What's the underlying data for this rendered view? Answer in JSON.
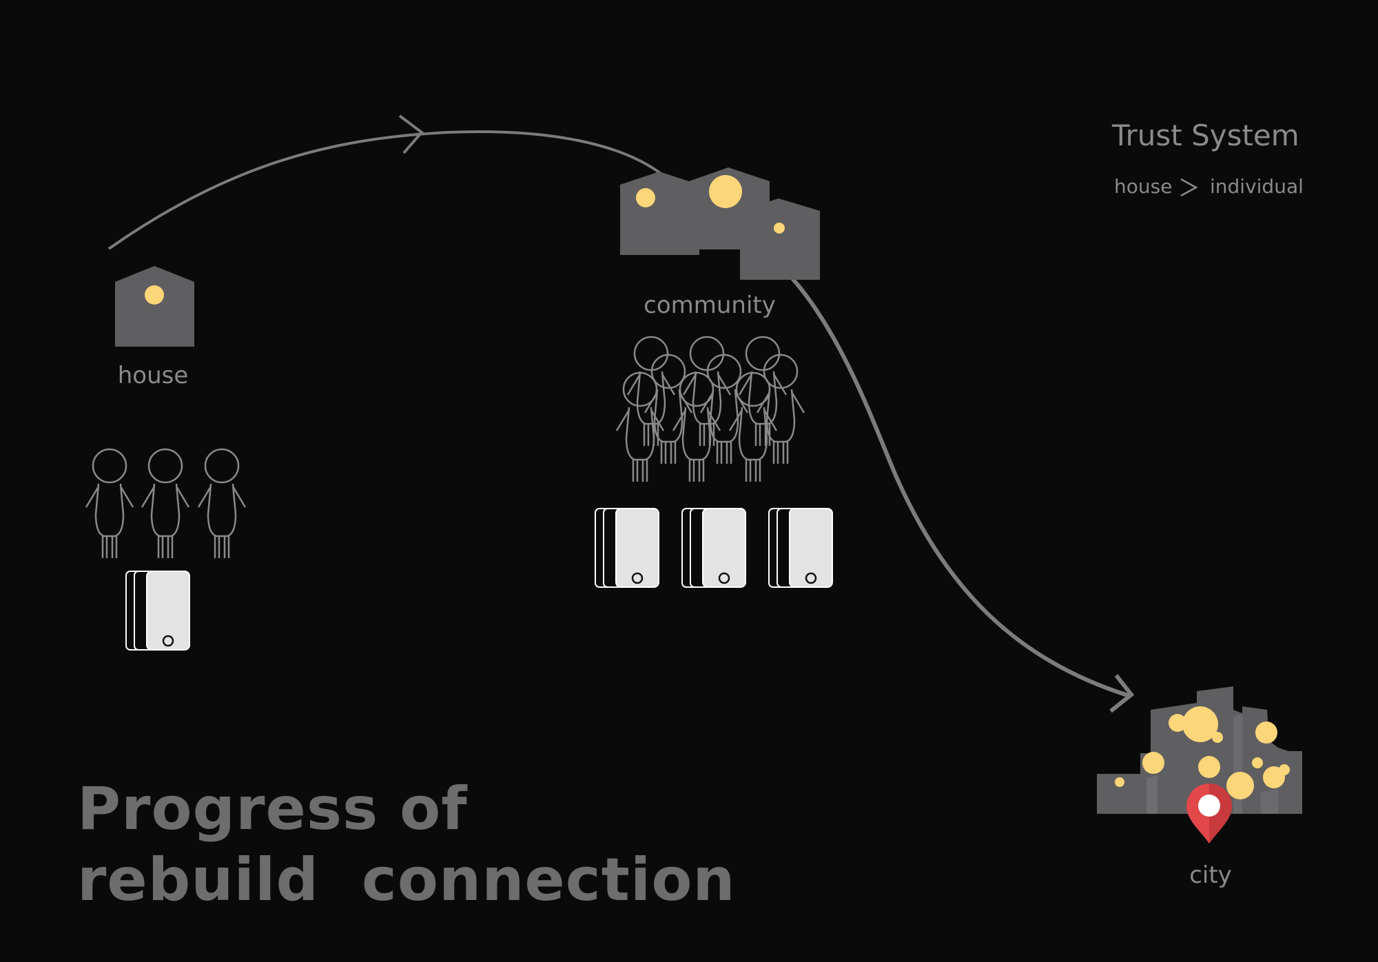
{
  "legend": {
    "title": "Trust System",
    "from": "house",
    "to": "individual"
  },
  "nodes": {
    "house": {
      "label": "house",
      "people": 3,
      "phone_groups": 1
    },
    "community": {
      "label": "community",
      "people": 9,
      "phone_groups": 3
    },
    "city": {
      "label": "city"
    }
  },
  "title": {
    "line1": "Progress of",
    "line2": "rebuild  connection"
  },
  "colors": {
    "background": "#0a0a0a",
    "building": "#5f5e60",
    "light": "#fdd67a",
    "arrow": "#7c7c7c",
    "figure_stroke": "#8a8a8a",
    "phone_fill": "#e3e3e3",
    "pin": "#e2474a",
    "text": "#8a8a8a"
  },
  "icons": [
    "house-icon",
    "community-icon",
    "city-icon",
    "person-icon",
    "phone-icon",
    "location-pin-icon",
    "chevron-right-icon",
    "arrow-icon"
  ]
}
